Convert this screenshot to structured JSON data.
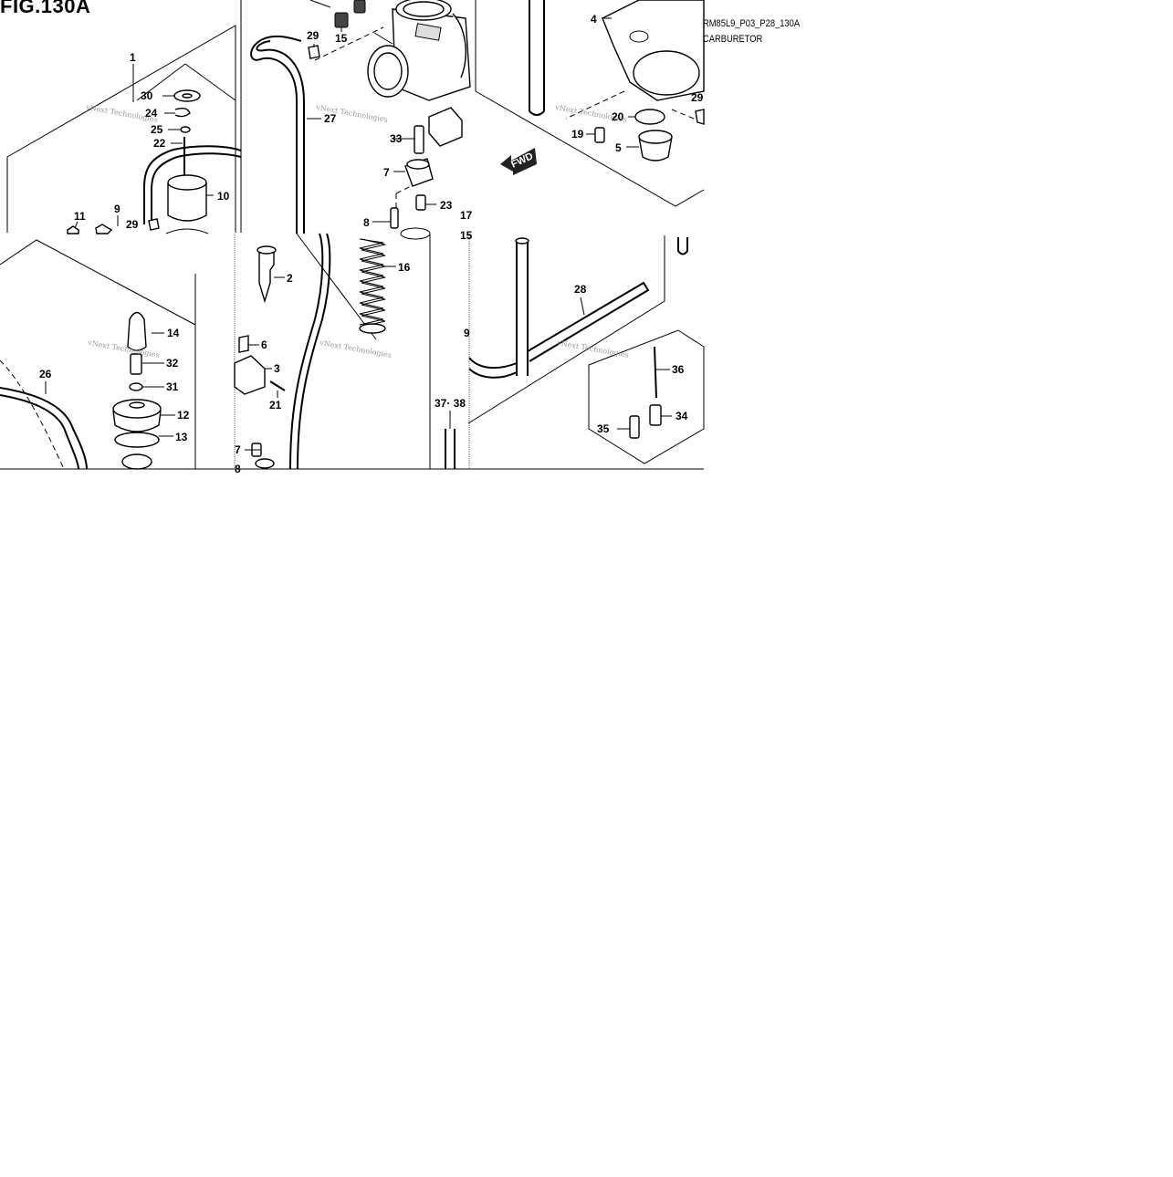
{
  "figure": {
    "title": "FIG.130A",
    "code": "RM85L9_P03_P28_130A",
    "name": "CARBURETOR",
    "fwd_label": "FWD"
  },
  "watermark": "vNext Technologies",
  "callouts": [
    {
      "id": "c1",
      "label": "1"
    },
    {
      "id": "c2",
      "label": "2"
    },
    {
      "id": "c3",
      "label": "3"
    },
    {
      "id": "c4",
      "label": "4"
    },
    {
      "id": "c5",
      "label": "5"
    },
    {
      "id": "c6",
      "label": "6"
    },
    {
      "id": "c7",
      "label": "7"
    },
    {
      "id": "c7b",
      "label": "7"
    },
    {
      "id": "c8",
      "label": "8"
    },
    {
      "id": "c8b",
      "label": "8"
    },
    {
      "id": "c9",
      "label": "9"
    },
    {
      "id": "c9b",
      "label": "9"
    },
    {
      "id": "c10",
      "label": "10"
    },
    {
      "id": "c11",
      "label": "11"
    },
    {
      "id": "c12",
      "label": "12"
    },
    {
      "id": "c13",
      "label": "13"
    },
    {
      "id": "c14",
      "label": "14"
    },
    {
      "id": "c15",
      "label": "15"
    },
    {
      "id": "c15b",
      "label": "15"
    },
    {
      "id": "c16",
      "label": "16"
    },
    {
      "id": "c17",
      "label": "17"
    },
    {
      "id": "c19",
      "label": "19"
    },
    {
      "id": "c20",
      "label": "20"
    },
    {
      "id": "c21",
      "label": "21"
    },
    {
      "id": "c22",
      "label": "22"
    },
    {
      "id": "c23",
      "label": "23"
    },
    {
      "id": "c24",
      "label": "24"
    },
    {
      "id": "c25",
      "label": "25"
    },
    {
      "id": "c26",
      "label": "26"
    },
    {
      "id": "c27",
      "label": "27"
    },
    {
      "id": "c28",
      "label": "28"
    },
    {
      "id": "c29a",
      "label": "29"
    },
    {
      "id": "c29b",
      "label": "29"
    },
    {
      "id": "c29c",
      "label": "29"
    },
    {
      "id": "c30",
      "label": "30"
    },
    {
      "id": "c31",
      "label": "31"
    },
    {
      "id": "c32",
      "label": "32"
    },
    {
      "id": "c33",
      "label": "33"
    },
    {
      "id": "c34",
      "label": "34"
    },
    {
      "id": "c35",
      "label": "35"
    },
    {
      "id": "c36",
      "label": "36"
    },
    {
      "id": "c3738",
      "label": "37· 38"
    }
  ]
}
